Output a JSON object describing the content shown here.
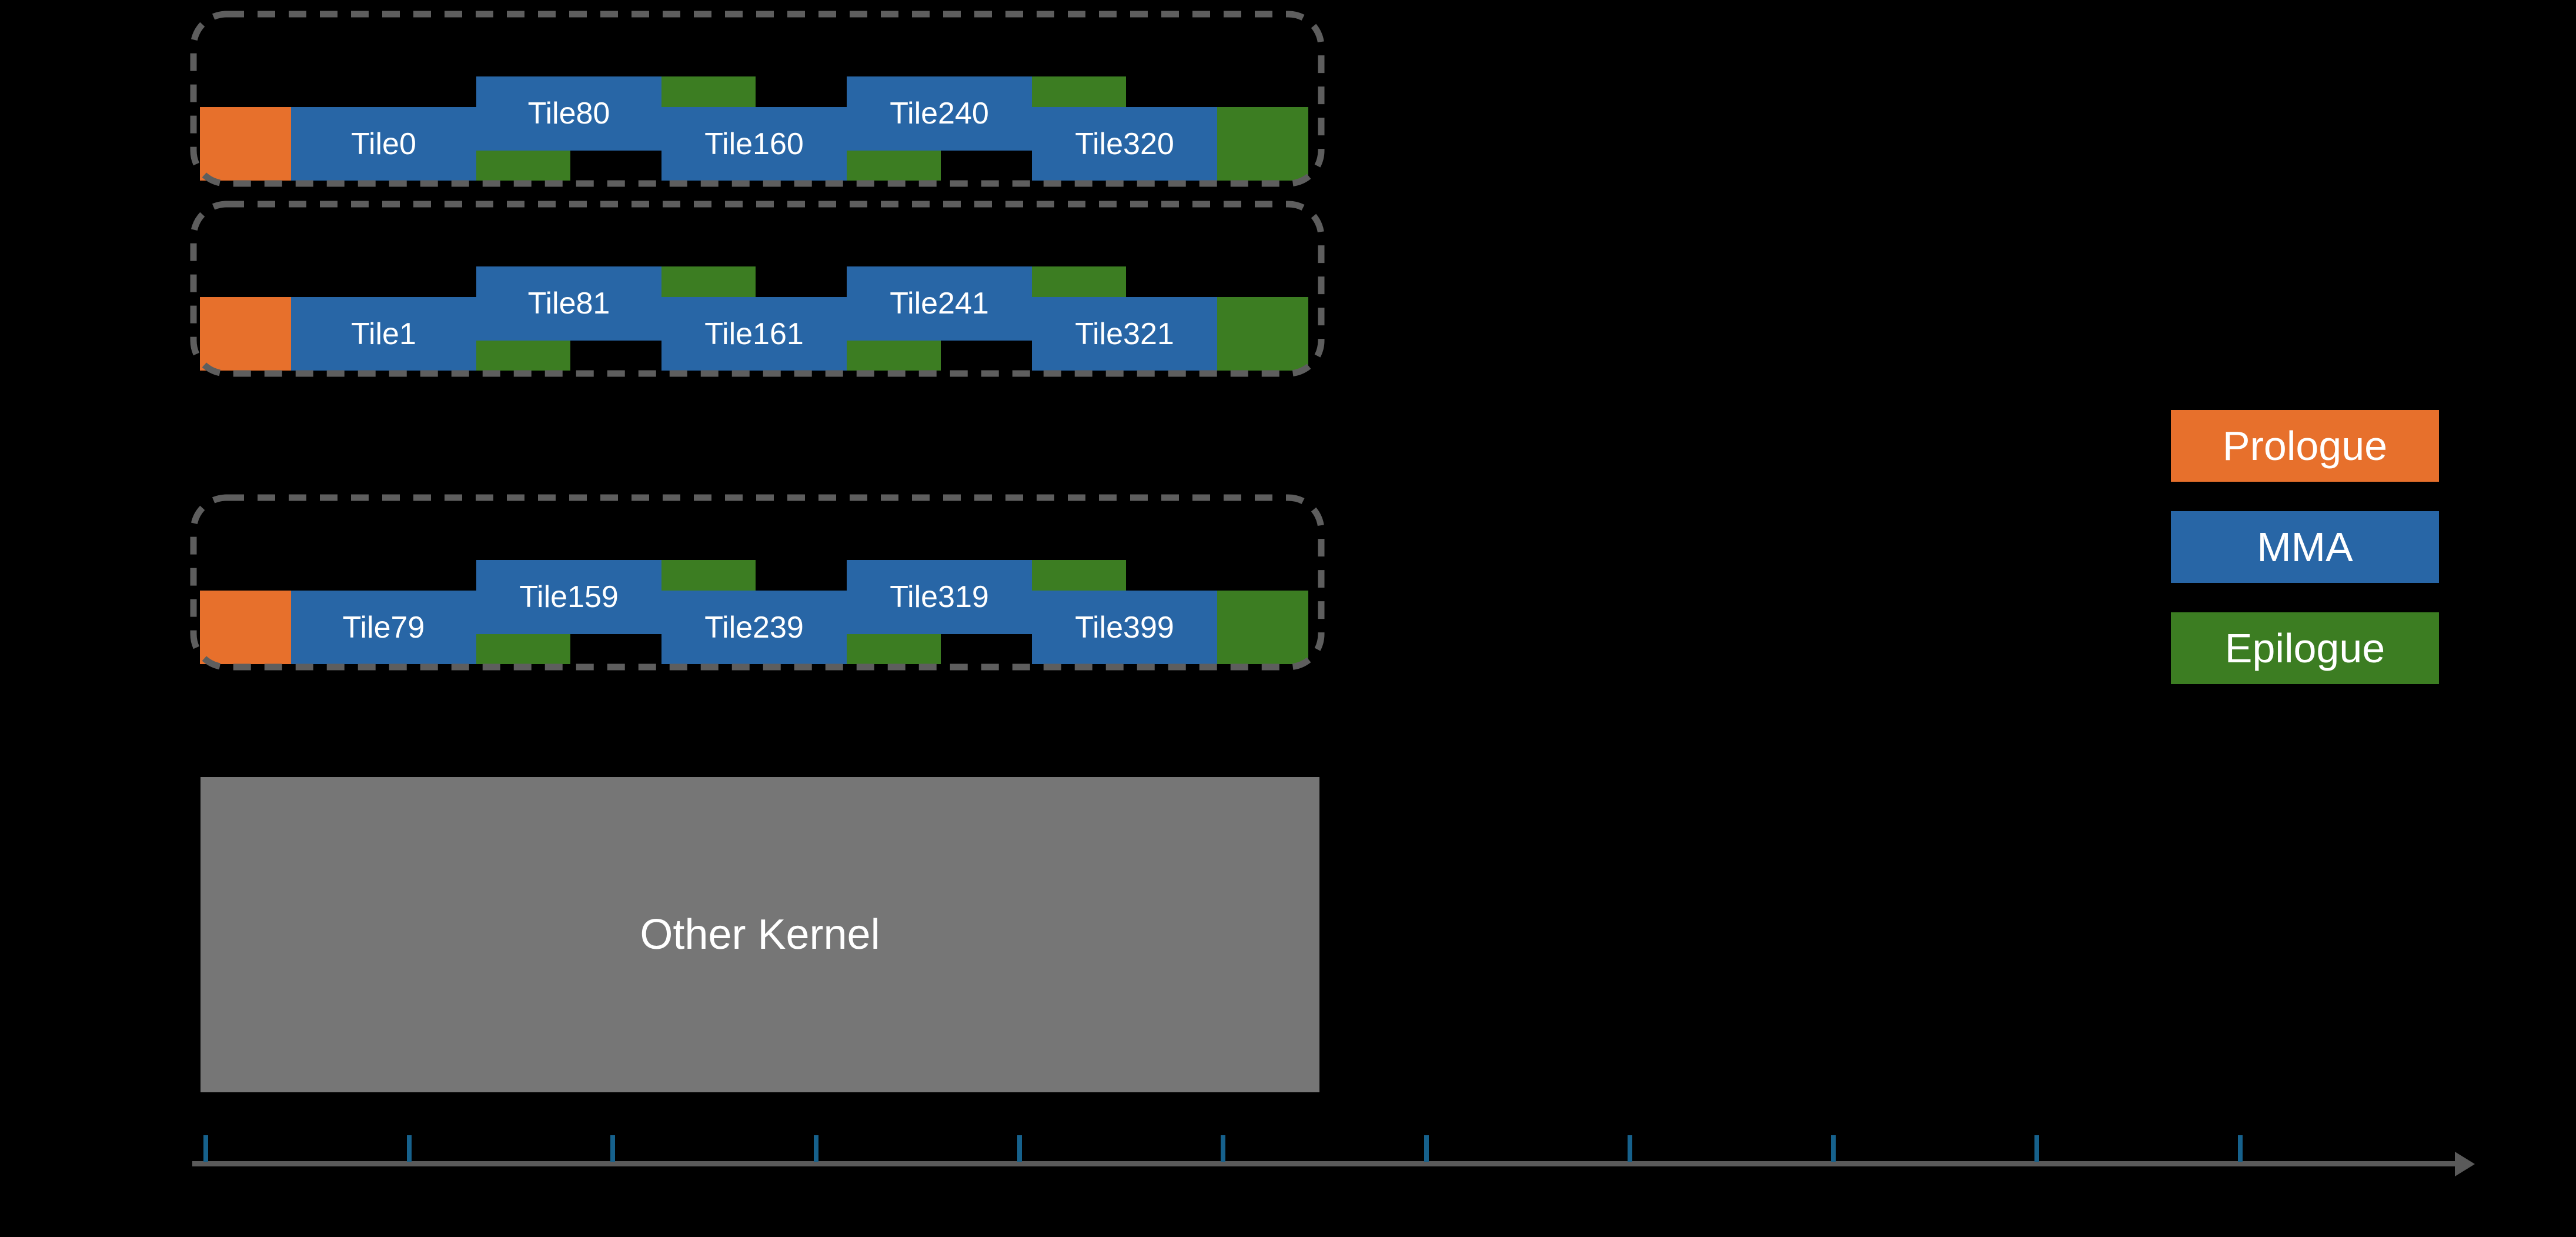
{
  "colors": {
    "background": "#000000",
    "prologue": "#E7702C",
    "mma": "#2866A6",
    "epilogue": "#3C7D22",
    "kernel": "#767676",
    "dash": "#5E5E5E",
    "axis": "#5A5A5A",
    "tick": "#16618C"
  },
  "rows": [
    {
      "tiles": [
        "Tile0",
        "Tile80",
        "Tile160",
        "Tile240",
        "Tile320"
      ]
    },
    {
      "tiles": [
        "Tile1",
        "Tile81",
        "Tile161",
        "Tile241",
        "Tile321"
      ]
    },
    {
      "tiles": [
        "Tile79",
        "Tile159",
        "Tile239",
        "Tile319",
        "Tile399"
      ]
    }
  ],
  "legend": {
    "items": [
      {
        "label": "Prologue",
        "color": "#E7702C"
      },
      {
        "label": "MMA",
        "color": "#2866A6"
      },
      {
        "label": "Epilogue",
        "color": "#3C7D22"
      }
    ]
  },
  "other_kernel": {
    "label": "Other Kernel"
  },
  "timeline": {
    "tick_count": 11,
    "tick_start_x": 346,
    "tick_spacing": 346
  }
}
